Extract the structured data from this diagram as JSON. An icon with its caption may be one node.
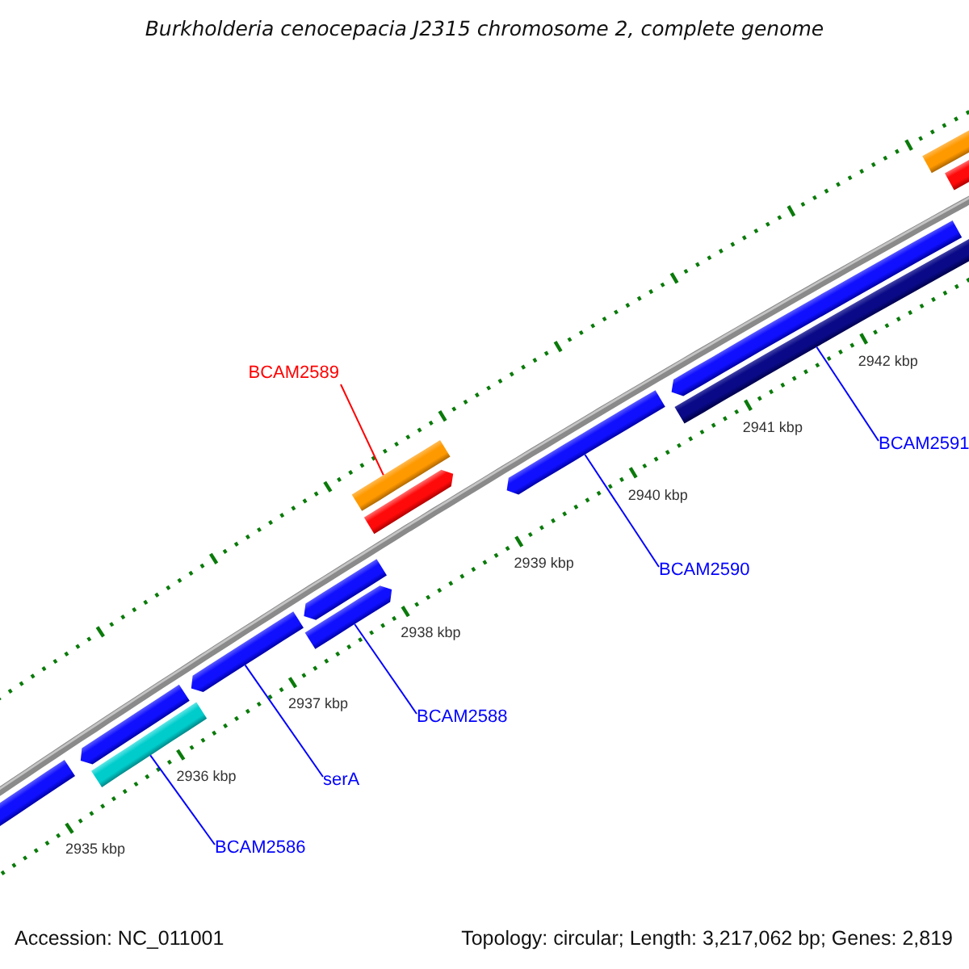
{
  "diagram": {
    "title": "Burkholderia cenocepacia J2315 chromosome 2, complete genome",
    "nodes": [
      {
        "text": [
          "BCAM2589"
        ]
      },
      {
        "text": [],
        "shape": "bar"
      },
      {
        "text": [
          "BCAM2590"
        ]
      },
      {
        "text": [],
        "shape": "bar"
      },
      {
        "text": [
          "BCAM2591"
        ]
      },
      {
        "text": [],
        "shape": "bar"
      },
      {
        "text": [
          "BCAM2588"
        ]
      },
      {
        "text": [],
        "shape": "bar"
      },
      {
        "text": [
          "serA"
        ]
      },
      {
        "text": [],
        "shape": "bar"
      },
      {
        "text": [
          "BCAM2586"
        ]
      },
      {
        "text": [],
        "shape": "bar"
      }
    ],
    "edges": [
      {
        "from": 0,
        "to": 1,
        "arrow": "none",
        "color": "#ff0000"
      },
      {
        "from": 2,
        "to": 3,
        "arrow": "none"
      },
      {
        "from": 4,
        "to": 5,
        "arrow": "none"
      },
      {
        "from": 6,
        "to": 7,
        "arrow": "none"
      },
      {
        "from": 8,
        "to": 9,
        "arrow": "none"
      },
      {
        "from": 10,
        "to": 11,
        "arrow": "none"
      }
    ],
    "labels": [
      "2935 kbp",
      "2936 kbp",
      "2937 kbp",
      "2938 kbp",
      "2939 kbp",
      "2940 kbp",
      "2941 kbp",
      "2942 kbp",
      "Accession: NC_011001",
      "Topology: circular; Length: 3,217,062 bp; Genes: 2,819"
    ]
  }
}
